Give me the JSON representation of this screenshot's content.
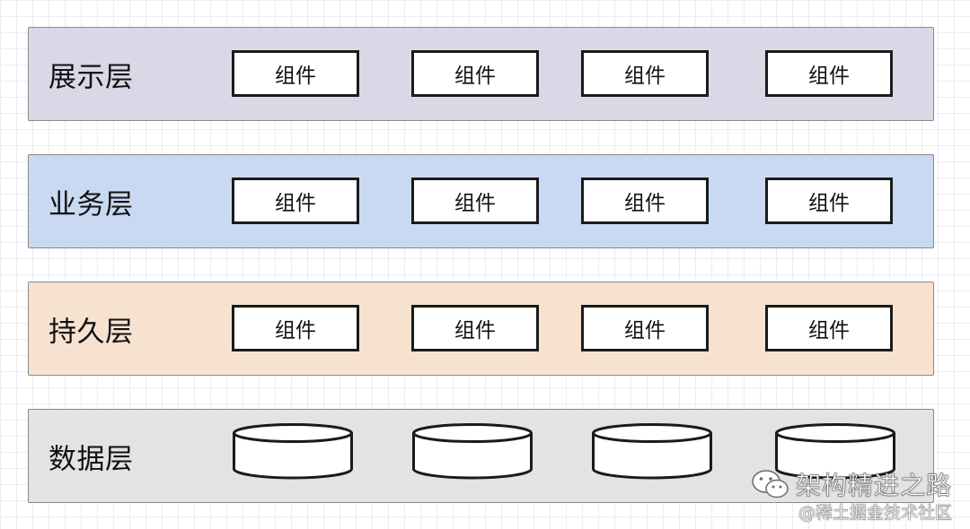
{
  "layers": [
    {
      "name": "展示层",
      "fill": "#dcd7e6",
      "components": [
        "组件",
        "组件",
        "组件",
        "组件"
      ]
    },
    {
      "name": "业务层",
      "fill": "#c9d9f1",
      "components": [
        "组件",
        "组件",
        "组件",
        "组件"
      ]
    },
    {
      "name": "持久层",
      "fill": "#f6e2cf",
      "components": [
        "组件",
        "组件",
        "组件",
        "组件"
      ]
    },
    {
      "name": "数据层",
      "fill": "#e3e3e3",
      "databases": 4
    }
  ],
  "watermark": {
    "title": "架构精进之路",
    "subtitle": "@稀土掘金技术社区",
    "icon": "wechat-icon"
  }
}
